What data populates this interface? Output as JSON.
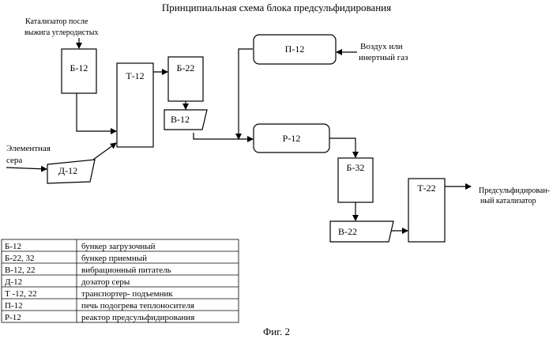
{
  "title": "Принципиальная схема блока предсульфидирования",
  "inputs": {
    "catalyst_line1": "Катализатор после",
    "catalyst_line2": "выжига углеродистых",
    "sulfur_line1": "Элементная",
    "sulfur_line2": "сера",
    "gas_line1": "Воздух или",
    "gas_line2": "инертный газ"
  },
  "boxes": {
    "b12": "Б-12",
    "t12": "Т-12",
    "b22": "Б-22",
    "v12": "В-12",
    "d12": "Д-12",
    "p12": "П-12",
    "r12": "Р-12",
    "b32": "Б-32",
    "v22": "В-22",
    "t22": "Т-22"
  },
  "output": {
    "line1": "Предсульфидирован-",
    "line2": "ный катализатор"
  },
  "legend": [
    {
      "code": "Б-12",
      "desc": "бункер загрузочный"
    },
    {
      "code": "Б-22, 32",
      "desc": "бункер приемный"
    },
    {
      "code": "В-12, 22",
      "desc": "вибрационный питатель"
    },
    {
      "code": "Д-12",
      "desc": "дозатор серы"
    },
    {
      "code": "Т -12, 22",
      "desc": " транспортер- подъемник"
    },
    {
      "code": "П-12",
      "desc": "печь подогрева  теплоносителя"
    },
    {
      "code": "Р-12",
      "desc": "реактор предсульфидирования"
    }
  ],
  "caption": "Фиг. 2"
}
